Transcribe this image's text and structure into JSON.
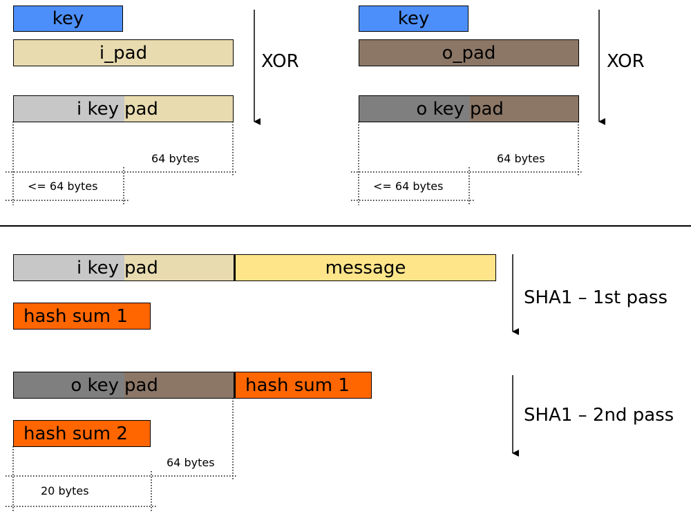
{
  "top_left": {
    "key": "key",
    "pad": "i_pad",
    "combo_key": "i key",
    "combo_pad": "pad",
    "op": "XOR",
    "size_full": "64 bytes",
    "size_key": "<= 64 bytes"
  },
  "top_right": {
    "key": "key",
    "pad": "o_pad",
    "combo_key": "o key",
    "combo_pad": "pad",
    "op": "XOR",
    "size_full": "64 bytes",
    "size_key": "<= 64 bytes"
  },
  "pass1": {
    "combo_key": "i key",
    "combo_pad": "pad",
    "message": "message",
    "result": "hash sum 1",
    "op": "SHA1 – 1st pass"
  },
  "pass2": {
    "combo_key": "o key",
    "combo_pad": "pad",
    "input_hash": "hash sum 1",
    "result": "hash sum 2",
    "op": "SHA1 – 2nd pass",
    "size_block": "64 bytes",
    "size_hash": "20 bytes"
  },
  "colors": {
    "key": "#4d8ffa",
    "i_pad": "#e8dbb0",
    "o_pad": "#8c7767",
    "i_key": "#c7c7c7",
    "o_key": "#7f7f7f",
    "message": "#ffe58a",
    "hash": "#ff6600"
  }
}
